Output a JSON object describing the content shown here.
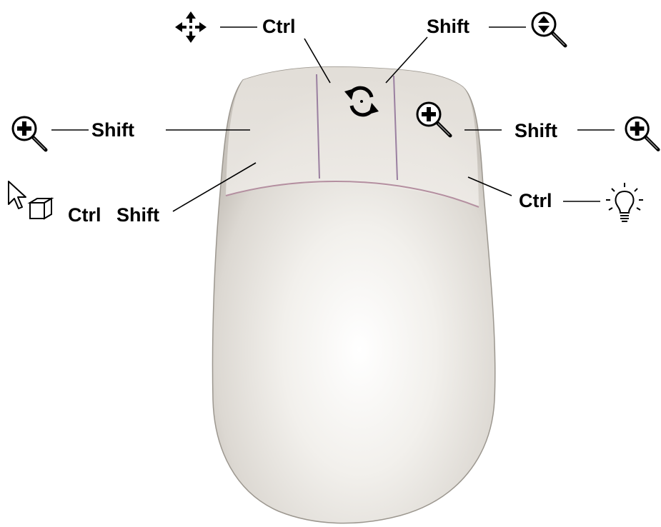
{
  "labels": {
    "middle_ctrl": "Ctrl",
    "middle_shift": "Shift",
    "left_shift": "Shift",
    "left_ctrl": "Ctrl",
    "left_shift2": "Shift",
    "right_shift": "Shift",
    "right_ctrl": "Ctrl"
  },
  "icons": {
    "pan": "pan-arrows-icon",
    "zoom_updown": "zoom-updown-icon",
    "rotate": "rotate-icon",
    "zoom_in_left": "zoom-in-icon",
    "zoom_in_right_button": "zoom-in-icon",
    "zoom_in_right": "zoom-in-icon",
    "select_object": "select-object-icon",
    "light": "light-bulb-icon"
  },
  "colors": {
    "mouse_body": "#efece8",
    "mouse_shade": "#c9c4bd",
    "seam": "#b48fa0",
    "line": "#000000"
  }
}
